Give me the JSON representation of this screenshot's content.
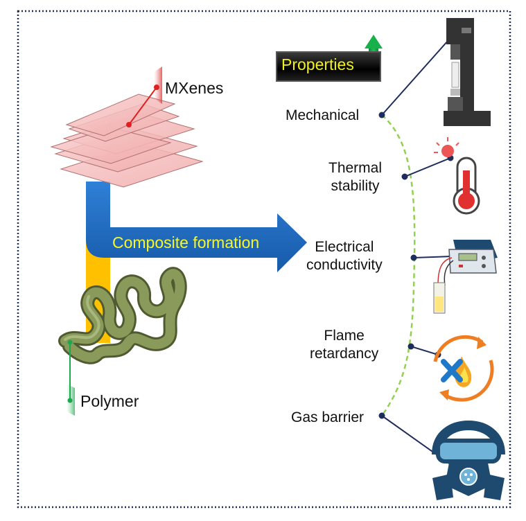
{
  "materials": {
    "mxenes": "MXenes",
    "polymer": "Polymer",
    "process": "Composite formation"
  },
  "properties_header": "Properties",
  "properties": [
    {
      "lines": [
        "Mechanical"
      ],
      "icon": "tensile-tester-icon"
    },
    {
      "lines": [
        "Thermal",
        "stability"
      ],
      "icon": "thermometer-icon"
    },
    {
      "lines": [
        "Electrical",
        "conductivity"
      ],
      "icon": "conductivity-meter-icon"
    },
    {
      "lines": [
        "Flame",
        "retardancy"
      ],
      "icon": "flame-retardant-icon"
    },
    {
      "lines": [
        "Gas barrier"
      ],
      "icon": "gas-mask-icon"
    }
  ],
  "colors": {
    "mxene_sheet": "#f4b8b8",
    "pipe_blue": "#1f6fc5",
    "pipe_yellow": "#ffc000",
    "polymer_chain": "#8a9a5b",
    "leader_dark": "#1f2d5c",
    "curve_green": "#92d050",
    "polymer_pin": "#1aa851",
    "mxene_pin": "#e02020",
    "text_yellow": "#f2f21a"
  }
}
